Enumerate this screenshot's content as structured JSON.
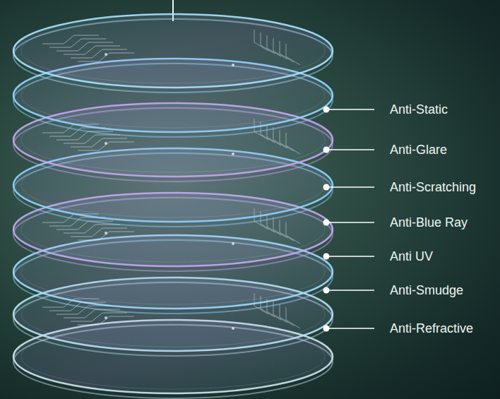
{
  "diagram": {
    "labels": [
      "Anti-Static",
      "Anti-Glare",
      "Anti-Scratching",
      "Anti-Blue Ray",
      "Anti UV",
      "Anti-Smudge",
      "Anti-Refractive"
    ]
  }
}
